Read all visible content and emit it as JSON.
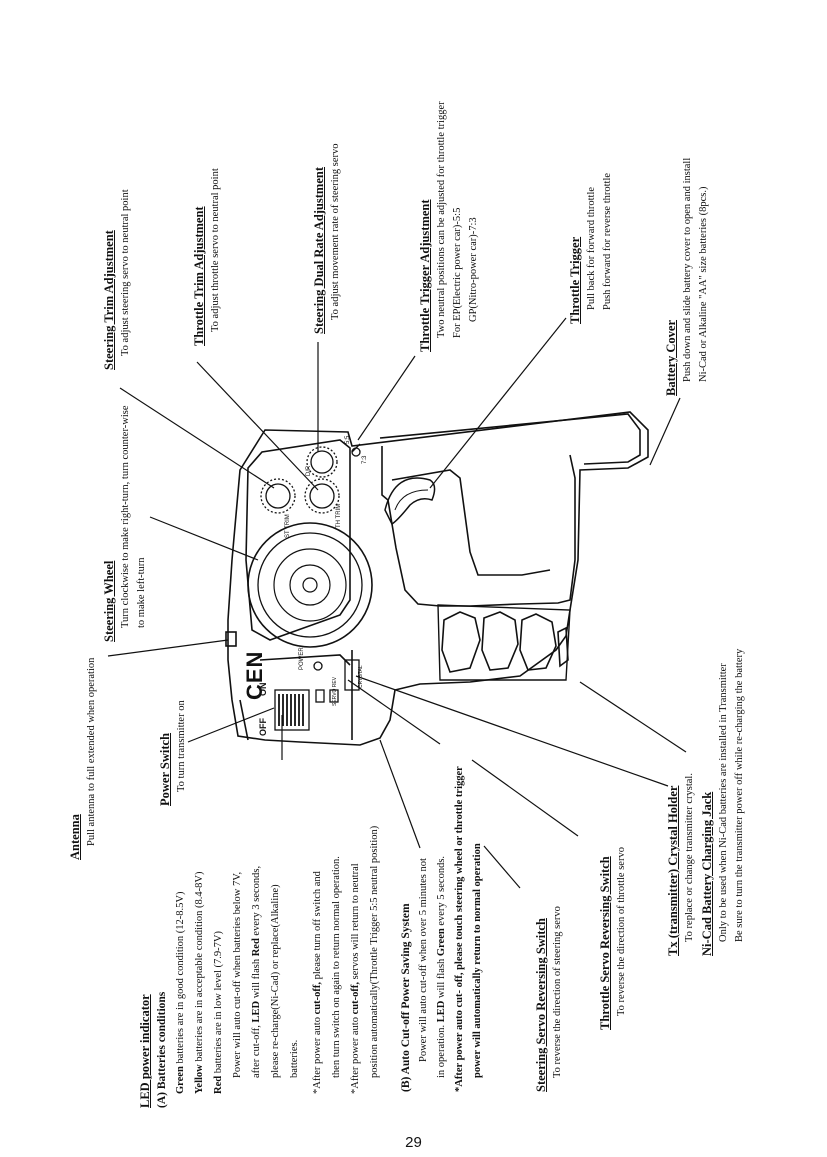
{
  "page_number": "29",
  "transmitter": {
    "brand": "CEN",
    "power": "POWER",
    "on": "ON",
    "off": "OFF",
    "st_trim": "ST TRIM",
    "th_trim": "TH TRIM",
    "dr_label": "D/R",
    "ss": "5:5",
    "ratio": "7:3",
    "servo_rev": "SERVO REV",
    "crystal": "CRYSTAL"
  },
  "antenna": {
    "title": "Antenna",
    "desc": "Pull antenna to full extended when operation"
  },
  "power_switch": {
    "title": "Power Switch",
    "desc": "To turn transmitter on"
  },
  "steering_wheel": {
    "title": "Steering Wheel",
    "desc1": "Turn clockwise to make right-turn, turn counter-wise",
    "desc2": "to make left-turn"
  },
  "steering_trim": {
    "title": "Steering Trim Adjustment",
    "desc": "To adjust steering servo to neutral point"
  },
  "throttle_trim": {
    "title": "Throttle Trim Adjustment",
    "desc": "To adjust throttle servo to neutral point"
  },
  "steering_dr": {
    "title": "Steering Dual Rate Adjustment",
    "desc": "To adjust movement rate of steering servo"
  },
  "throttle_trigger_adj": {
    "title": "Throttle Trigger Adjustment",
    "desc1": "Two neutral positions can be adjusted for throttle trigger",
    "desc2": "For EP(Electric power car)-5:5",
    "desc3": "GP(Nitro-power car)-7:3"
  },
  "throttle_trigger": {
    "title": "Throttle Trigger",
    "desc1": "Pull back for forward throttle",
    "desc2": "Push forward for reverse throttle"
  },
  "battery_cover": {
    "title": "Battery Cover",
    "desc1": "Push down and slide battery cover to open and install",
    "desc2": "Ni-Cad or Alkaline \"AA\" size batteries (8pcs.)"
  },
  "led": {
    "title": "LED power indicator",
    "sub_a": "(A) Batteries conditions",
    "green_word": "Green",
    "green_text": " batteries are in good condition (12-8.5V)",
    "yellow_word": "Yellow",
    "yellow_text": " batteries are in acceptable condition (8.4-8V)",
    "red_word": "Red",
    "red_text": " batteries are in low level (7.9-7V)",
    "cut1": "Power will auto cut-off when batteries below 7V,",
    "cut2_a": "after cut-off, ",
    "cut2_b": "LED",
    "cut2_c": " will flash ",
    "cut2_d": "Red",
    "cut2_e": " every 3 seconds,",
    "cut3": "please re-charge(Ni-Cad) or replace(Alkaline)",
    "cut4": "batteries.",
    "note1_a": "*After power auto ",
    "note1_b": "cut-off,",
    "note1_c": " please turn off switch and",
    "note2": "then turn switch on again to return normal operation.",
    "note3_a": "*After power auto ",
    "note3_b": "cut-off,",
    "note3_c": " servos will return to neutral",
    "note4": "position automatically(Throttle Trigger 5:5 neutral position)"
  },
  "auto_cutoff": {
    "title": "(B) Auto Cut-off Power Saving System",
    "line1": "Power will auto cut-off when over 5 minutes not",
    "line2_a": "in operation. ",
    "line2_b": "LED",
    "line2_c": " will flash ",
    "line2_d": "Green",
    "line2_e": " every 5 seconds.",
    "line3": "*After power auto cut- off, please touch steering wheel or throttle trigger",
    "line4": "power will automatically return to normal operation"
  },
  "steering_rev": {
    "title": "Steering Servo Reversing Switch",
    "desc": "To reverse the direction of steering servo"
  },
  "throttle_rev": {
    "title": "Throttle Servo Reversing Switch",
    "desc": "To reverse the direction of throttle servo"
  },
  "crystal_holder": {
    "title": "Tx (transmitter) Crystal Holder",
    "desc": "To replace or change transmitter crystal."
  },
  "charging": {
    "title": "Ni-Cad Battery Charging Jack",
    "desc1": "Only to be used when Ni-Cad batteries are installed in Transmitter",
    "desc2": "Be sure to turn the transmitter power off while re-charging the battery"
  }
}
